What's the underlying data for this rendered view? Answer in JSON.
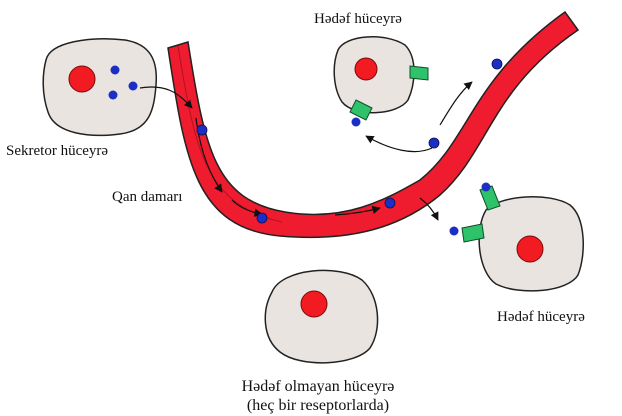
{
  "labels": {
    "target_cell_top": "Hədəf hüceyrə",
    "secretory_cell": "Sekretor hüceyrə",
    "blood_vessel": "Qan damarı",
    "target_cell_right": "Hədəf hüceyrə",
    "non_target_line1": "Hədəf olmayan hüceyrə",
    "non_target_line2": "(heç bir reseptorlarda)"
  },
  "colors": {
    "vessel": "#ee1c2e",
    "cell_fill": "#e9e4e0",
    "nucleus": "#f21b22",
    "hormone": "#1c2fc4",
    "receptor": "#2ec36a",
    "outline": "#222222"
  }
}
